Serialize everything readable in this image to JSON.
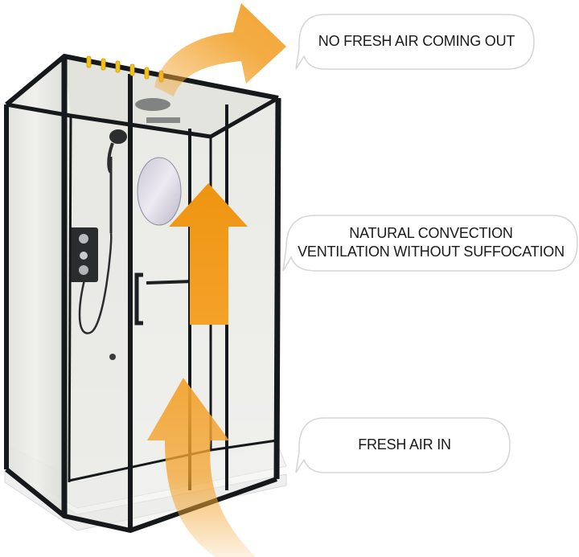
{
  "callouts": {
    "top": "NO FRESH AIR COMING OUT",
    "middle_line1": "NATURAL CONVECTION",
    "middle_line2": "VENTILATION WITHOUT SUFFOCATION",
    "bottom": "FRESH AIR IN"
  },
  "colors": {
    "arrow_orange": "#f2a431",
    "arrow_deep": "#ee9410",
    "frame_black": "#16191c",
    "glass_tint": "#e4e6e0",
    "hooks_yellow": "#f5c21b",
    "base_white": "#f4f4f4",
    "bubble_border": "#d5d5d5",
    "text": "#1a1a1a"
  },
  "icons": {
    "top_arrow": "curved-arrow-out-icon",
    "middle_arrow": "up-arrow-icon",
    "bottom_arrow": "curved-arrow-in-icon"
  }
}
